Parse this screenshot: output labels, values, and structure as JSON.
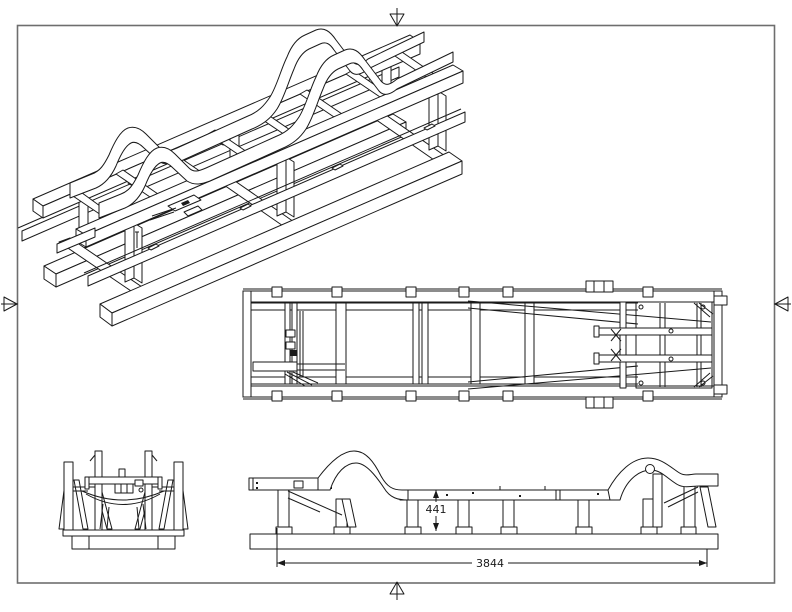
{
  "colors": {
    "line": "#1a1a1a",
    "border": "#6e6e6e",
    "bg": "#ffffff"
  },
  "dimensions": {
    "height": "441",
    "length": "3844"
  },
  "marks": {
    "top": "center-mark",
    "bottom": "center-mark",
    "left": "center-mark",
    "right": "center-mark"
  }
}
